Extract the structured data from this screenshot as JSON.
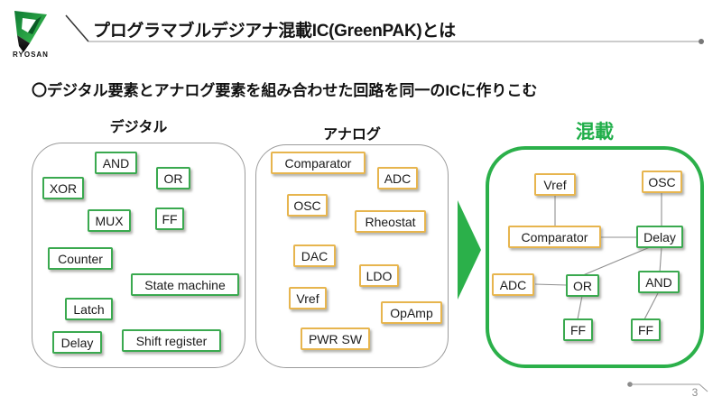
{
  "slide": {
    "brand": "RYOSAN",
    "title": "プログラマブルデジアナ混載IC(GreenPAK)とは",
    "subtitle": "〇デジタル要素とアナログ要素を組み合わせた回路を同一のICに作りこむ",
    "page_number": "3"
  },
  "sections": {
    "digital": {
      "label": "デジタル",
      "chips": [
        "AND",
        "OR",
        "XOR",
        "MUX",
        "FF",
        "Counter",
        "State machine",
        "Latch",
        "Delay",
        "Shift register"
      ]
    },
    "analog": {
      "label": "アナログ",
      "chips": [
        "Comparator",
        "ADC",
        "OSC",
        "Rheostat",
        "DAC",
        "LDO",
        "Vref",
        "OpAmp",
        "PWR SW"
      ]
    },
    "mixed": {
      "label": "混載",
      "chips": [
        "Vref",
        "OSC",
        "Comparator",
        "Delay",
        "ADC",
        "OR",
        "AND",
        "FF",
        "FF"
      ],
      "connections": [
        "Vref-Comparator",
        "OSC-Delay",
        "Comparator-Delay",
        "Delay-OR",
        "Delay-AND",
        "ADC-OR",
        "OR-FF",
        "AND-FF"
      ]
    }
  },
  "colors": {
    "brand_green": "#2bb04a",
    "digital_chip_border": "#3aa94f",
    "analog_chip_border": "#e7b54e",
    "connector_gray": "#8f8f8f",
    "header_line_gray": "#999999"
  }
}
